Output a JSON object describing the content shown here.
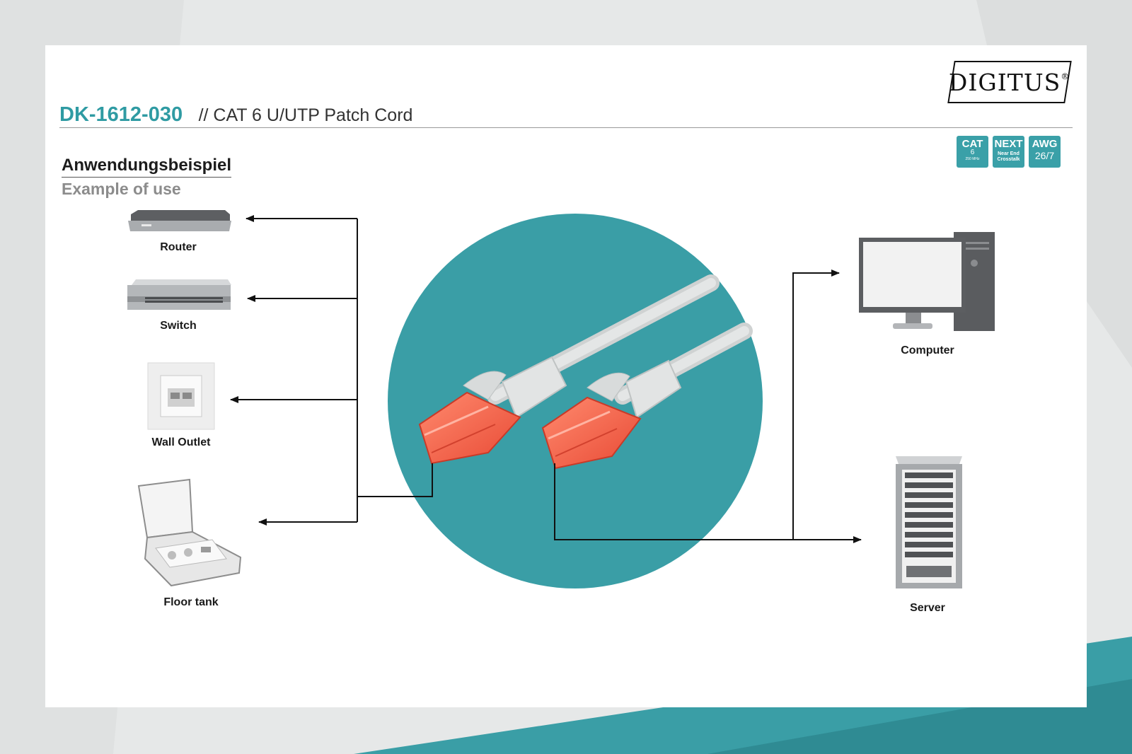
{
  "brand": {
    "logo_text": "DIGITUS",
    "registered": "®"
  },
  "product": {
    "code": "DK-1612-030",
    "name": "// CAT 6 U/UTP Patch Cord"
  },
  "badges": [
    {
      "main": "CAT",
      "line2": "6",
      "line3": "250 MHz"
    },
    {
      "main": "NEXT",
      "line2": "Near End",
      "line3": "Crosstalk"
    },
    {
      "main": "AWG",
      "line2": "26/7"
    }
  ],
  "section": {
    "title": "Anwendungsbeispiel",
    "subtitle": "Example of use"
  },
  "devices": {
    "router": "Router",
    "switch": "Switch",
    "wall_outlet": "Wall Outlet",
    "floor_tank": "Floor tank",
    "computer": "Computer",
    "server": "Server"
  },
  "colors": {
    "accent": "#2f9ba3",
    "circle": "#3a9ea6",
    "connector": "#f2634b",
    "cable": "#d9dcdc"
  },
  "icons": {
    "router": "router-icon",
    "switch": "network-switch-icon",
    "wall_outlet": "wall-outlet-icon",
    "floor_tank": "floor-tank-icon",
    "computer": "desktop-computer-icon",
    "server": "server-rack-icon"
  }
}
